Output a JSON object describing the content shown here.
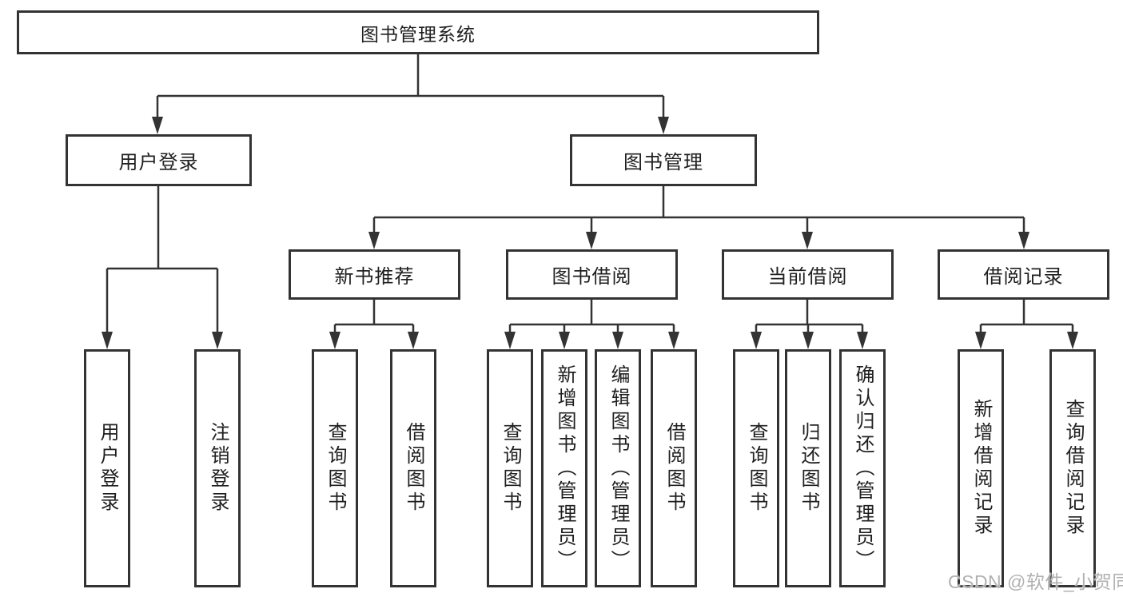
{
  "watermark": "CSDN @软件_小贺同学",
  "colors": {
    "line": "#333333",
    "box_border": "#333333",
    "box_background": "#ffffff",
    "text": "#1f1f1f",
    "watermark_text": "#b1b1b1"
  },
  "nodes": {
    "root": {
      "label": "图书管理系统"
    },
    "level2": [
      {
        "id": "user-login",
        "label": "用户登录",
        "parent": "图书管理系统"
      },
      {
        "id": "book-management",
        "label": "图书管理",
        "parent": "图书管理系统"
      }
    ],
    "level3": [
      {
        "id": "new-book-recommend",
        "label": "新书推荐",
        "parent": "图书管理"
      },
      {
        "id": "book-borrowing",
        "label": "图书借阅",
        "parent": "图书管理"
      },
      {
        "id": "current-borrowing",
        "label": "当前借阅",
        "parent": "图书管理"
      },
      {
        "id": "borrowing-records",
        "label": "借阅记录",
        "parent": "图书管理"
      }
    ],
    "leaves": [
      {
        "id": "user-login-leaf",
        "label": "用户登录",
        "parent": "用户登录"
      },
      {
        "id": "logout",
        "label": "注销登录",
        "parent": "用户登录"
      },
      {
        "id": "query-books-recommend",
        "label": "查询图书",
        "parent": "新书推荐"
      },
      {
        "id": "borrow-books-recommend",
        "label": "借阅图书",
        "parent": "新书推荐"
      },
      {
        "id": "query-books-borrowing",
        "label": "查询图书",
        "parent": "图书借阅"
      },
      {
        "id": "add-book-admin",
        "label": "新增图书（管理员）",
        "parent": "图书借阅"
      },
      {
        "id": "edit-book-admin",
        "label": "编辑图书（管理员）",
        "parent": "图书借阅"
      },
      {
        "id": "borrow-books-borrowing",
        "label": "借阅图书",
        "parent": "图书借阅"
      },
      {
        "id": "query-books-current",
        "label": "查询图书",
        "parent": "当前借阅"
      },
      {
        "id": "return-books",
        "label": "归还图书",
        "parent": "当前借阅"
      },
      {
        "id": "confirm-return-admin",
        "label": "确认归还（管理员）",
        "parent": "当前借阅"
      },
      {
        "id": "add-borrow-record",
        "label": "新增借阅记录",
        "parent": "借阅记录"
      },
      {
        "id": "query-borrow-record",
        "label": "查询借阅记录",
        "parent": "借阅记录"
      }
    ]
  }
}
